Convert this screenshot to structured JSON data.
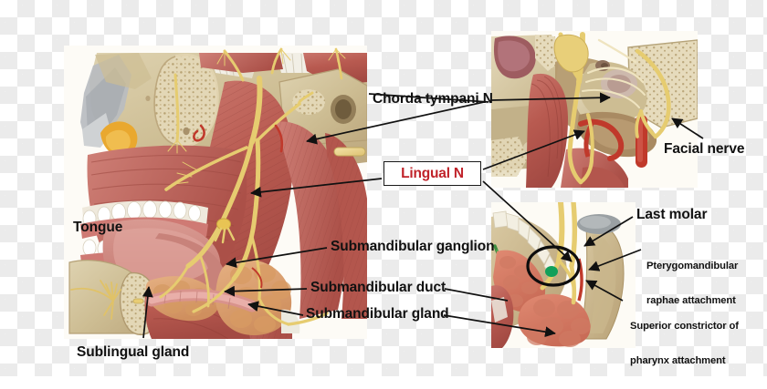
{
  "figure": {
    "title": "Lingual nerve anatomical illustration",
    "background": "transparency-checkerboard",
    "accent_color": "#c0232a",
    "leader_color": "#111111"
  },
  "callout": {
    "label": "Lingual N",
    "text_color": "#c0232a",
    "border_color": "#1a1a1a",
    "fill_color": "#ffffff"
  },
  "labels": {
    "chorda_tympani": "Chorda tympani N",
    "facial_nerve": "Facial nerve",
    "tongue": "Tongue",
    "submandibular_ganglion": "Submandibular ganglion",
    "submandibular_duct": "Submandibular duct",
    "submandibular_gland": "Submandibular gland",
    "sublingual_gland": "Sublingual gland",
    "last_molar": "Last molar",
    "pterygomandibular_raphae_line1": "Pterygomandibular",
    "pterygomandibular_raphae_line2": "raphae attachment",
    "superior_constrictor_line1": "Superior constrictor of",
    "superior_constrictor_line2": "pharynx attachment"
  },
  "panels": {
    "main": "Sagittal dissection of face, tongue, mandible and submandibular region",
    "top_right": "Coronal section through temporal bone showing chorda tympani and facial nerve",
    "bottom_right": "Medial view of mandible showing lingual nerve near last molar"
  },
  "markers": {
    "highlight_ellipse": "black-ellipse",
    "green_dot": "#12a05a"
  }
}
